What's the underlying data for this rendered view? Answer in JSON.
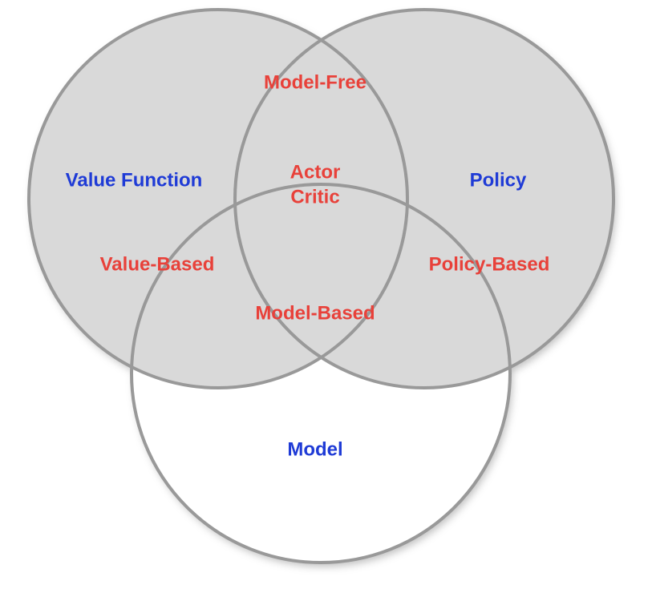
{
  "sets": {
    "value_function": "Value Function",
    "policy": "Policy",
    "model": "Model"
  },
  "regions": {
    "model_free": "Model-Free",
    "actor_critic_line1": "Actor",
    "actor_critic_line2": "Critic",
    "value_based": "Value-Based",
    "policy_based": "Policy-Based",
    "model_based": "Model-Based"
  },
  "colors": {
    "set_label": "#1f3bd6",
    "region_label": "#e8413a",
    "circle_fill": "#d9d9d9",
    "circle_stroke": "#999999"
  }
}
